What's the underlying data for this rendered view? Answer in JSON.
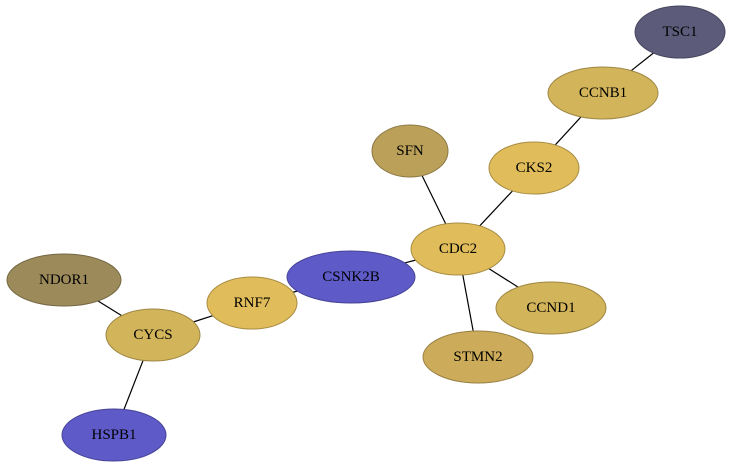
{
  "nodes": [
    {
      "id": "TSC1",
      "label": "TSC1",
      "color": "#5c5c7a"
    },
    {
      "id": "CCNB1",
      "label": "CCNB1",
      "color": "#d2b45a"
    },
    {
      "id": "CKS2",
      "label": "CKS2",
      "color": "#e0bc5a"
    },
    {
      "id": "SFN",
      "label": "SFN",
      "color": "#bba05a"
    },
    {
      "id": "CDC2",
      "label": "CDC2",
      "color": "#e0bc5a"
    },
    {
      "id": "CSNK2B",
      "label": "CSNK2B",
      "color": "#5e5ac8"
    },
    {
      "id": "CCND1",
      "label": "CCND1",
      "color": "#d2b45a"
    },
    {
      "id": "STMN2",
      "label": "STMN2",
      "color": "#ccac5a"
    },
    {
      "id": "RNF7",
      "label": "RNF7",
      "color": "#e0bc5a"
    },
    {
      "id": "NDOR1",
      "label": "NDOR1",
      "color": "#9c8a5a"
    },
    {
      "id": "CYCS",
      "label": "CYCS",
      "color": "#d2b45a"
    },
    {
      "id": "HSPB1",
      "label": "HSPB1",
      "color": "#5e5ac8"
    }
  ],
  "edges": [
    [
      "TSC1",
      "CCNB1"
    ],
    [
      "CCNB1",
      "CKS2"
    ],
    [
      "CKS2",
      "CDC2"
    ],
    [
      "SFN",
      "CDC2"
    ],
    [
      "CDC2",
      "CSNK2B"
    ],
    [
      "CDC2",
      "CCND1"
    ],
    [
      "CDC2",
      "STMN2"
    ],
    [
      "CSNK2B",
      "RNF7"
    ],
    [
      "RNF7",
      "CYCS"
    ],
    [
      "NDOR1",
      "CYCS"
    ],
    [
      "CYCS",
      "HSPB1"
    ]
  ]
}
